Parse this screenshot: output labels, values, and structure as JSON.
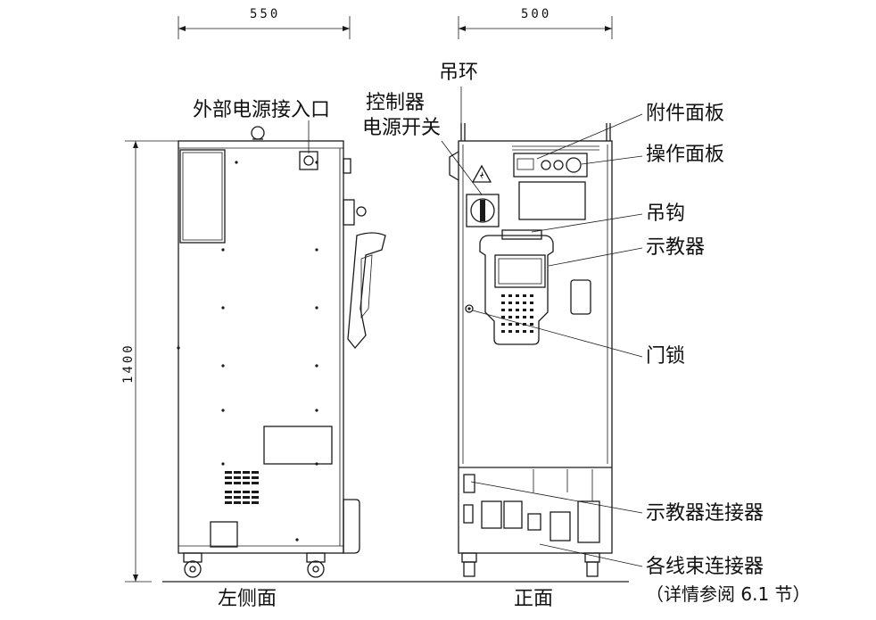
{
  "dimensions": {
    "side_width": "550",
    "front_width": "500",
    "height": "1400"
  },
  "views": {
    "side": "左侧面",
    "front": "正面"
  },
  "labels": {
    "external_power_inlet": "外部电源接入口",
    "lifting_ring": "吊环",
    "controller_power_switch_line1": "控制器",
    "controller_power_switch_line2": "电源开关",
    "accessory_panel": "附件面板",
    "operation_panel": "操作面板",
    "hook": "吊钩",
    "teach_pendant": "示教器",
    "door_lock": "门锁",
    "teach_pendant_connector": "示教器连接器",
    "harness_connectors": "各线束连接器",
    "harness_connectors_note": "（详情参阅 6.1 节）"
  }
}
